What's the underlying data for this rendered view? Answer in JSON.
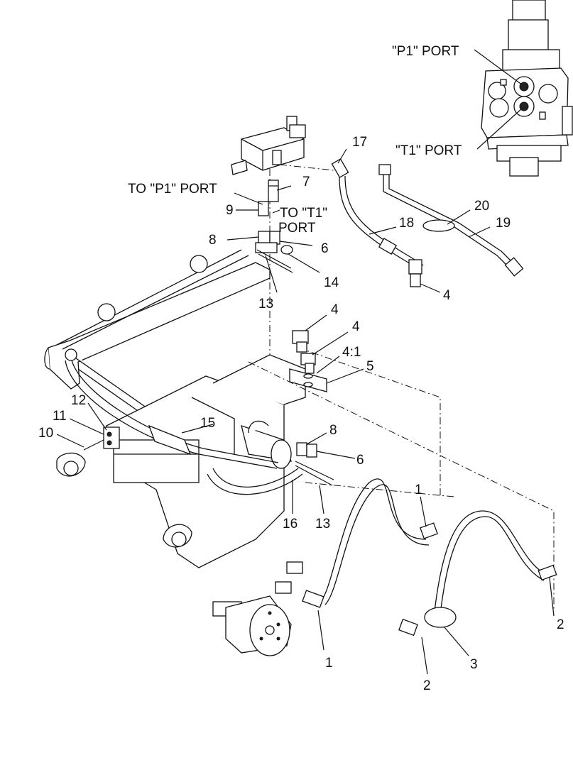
{
  "callouts": {
    "p1_port": "\"P1\" PORT",
    "t1_port": "\"T1\" PORT",
    "to_p1_port": "TO \"P1\" PORT",
    "to_t1_port_line1": "TO \"T1\"",
    "to_t1_port_line2": "PORT",
    "n1a": "1",
    "n1b": "1",
    "n2a": "2",
    "n2b": "2",
    "n3": "3",
    "n4a": "4",
    "n4b": "4",
    "n4c": "4",
    "n4_1": "4:1",
    "n5": "5",
    "n6a": "6",
    "n6b": "6",
    "n7": "7",
    "n8a": "8",
    "n8b": "8",
    "n9": "9",
    "n10": "10",
    "n11": "11",
    "n12": "12",
    "n13a": "13",
    "n13b": "13",
    "n14": "14",
    "n15": "15",
    "n16": "16",
    "n17": "17",
    "n18": "18",
    "n19": "19",
    "n20": "20"
  }
}
